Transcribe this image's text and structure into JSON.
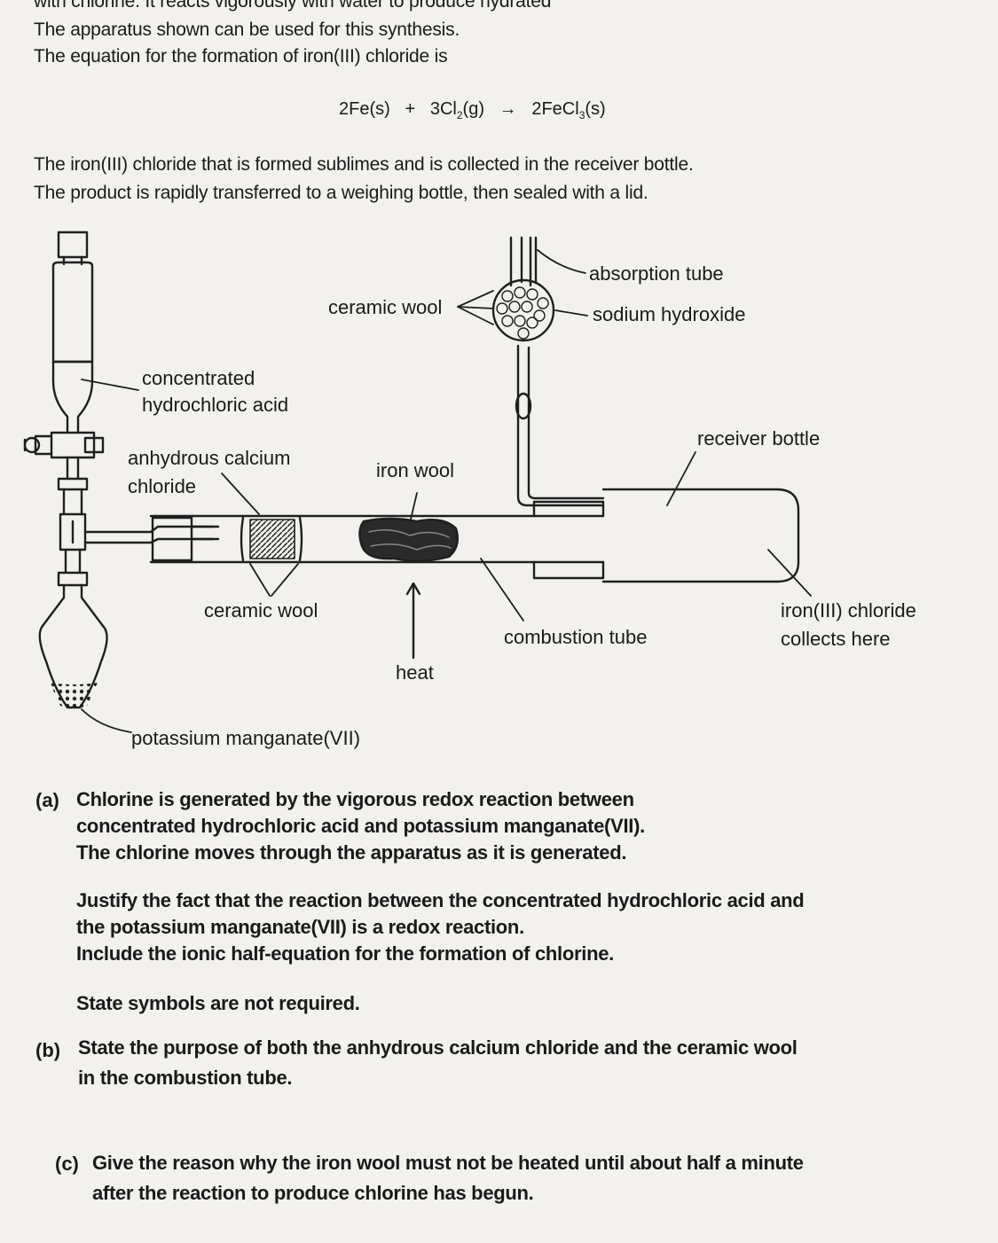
{
  "intro": {
    "line0": "with chlorine. It reacts vigorously with water to produce hydrated",
    "line1": "The apparatus shown can be used for this synthesis.",
    "line2": "The equation for the formation of iron(III) chloride is",
    "equation": {
      "reactant1": "2Fe(s)",
      "plus": "+",
      "reactant2_pre": "3Cl",
      "reactant2_sub": "2",
      "reactant2_post": "(g)",
      "arrow": "→",
      "product_pre": "2FeCl",
      "product_sub": "3",
      "product_post": "(s)"
    },
    "line3": "The iron(III) chloride that is formed sublimes and is collected in the receiver bottle.",
    "line4": "The product is rapidly transferred to a weighing bottle, then sealed with a lid."
  },
  "diagram": {
    "labels": {
      "absorption_tube": "absorption tube",
      "sodium_hydroxide": "sodium hydroxide",
      "ceramic_wool_top": "ceramic wool",
      "conc_hcl_1": "concentrated",
      "conc_hcl_2": "hydrochloric acid",
      "anhydrous_1": "anhydrous calcium",
      "anhydrous_2": "chloride",
      "iron_wool": "iron wool",
      "receiver_bottle": "receiver bottle",
      "ceramic_wool_bottom": "ceramic wool",
      "heat": "heat",
      "combustion_tube": "combustion tube",
      "iron_chloride_1": "iron(III) chloride",
      "iron_chloride_2": "collects here",
      "potassium_manganate": "potassium manganate(VII)"
    }
  },
  "questions": {
    "a": {
      "letter": "(a)",
      "line1": "Chlorine is generated by the vigorous redox reaction between",
      "line2": "concentrated hydrochloric acid and potassium manganate(VII).",
      "line3": "The chlorine moves through the apparatus as it is generated.",
      "line4": "Justify the fact that the reaction between the concentrated hydrochloric acid and",
      "line5": "the potassium manganate(VII) is a redox reaction.",
      "line6": "Include the ionic half-equation for the formation of chlorine.",
      "line7": "State symbols are not required."
    },
    "b": {
      "letter": "(b)",
      "line1": "State the purpose of both the anhydrous calcium chloride and the ceramic wool",
      "line2": "in the combustion tube."
    },
    "c": {
      "letter": "(c)",
      "line1": "Give the reason why the iron wool must not be heated until about half a minute",
      "line2": "after the reaction to produce chlorine has begun."
    }
  }
}
